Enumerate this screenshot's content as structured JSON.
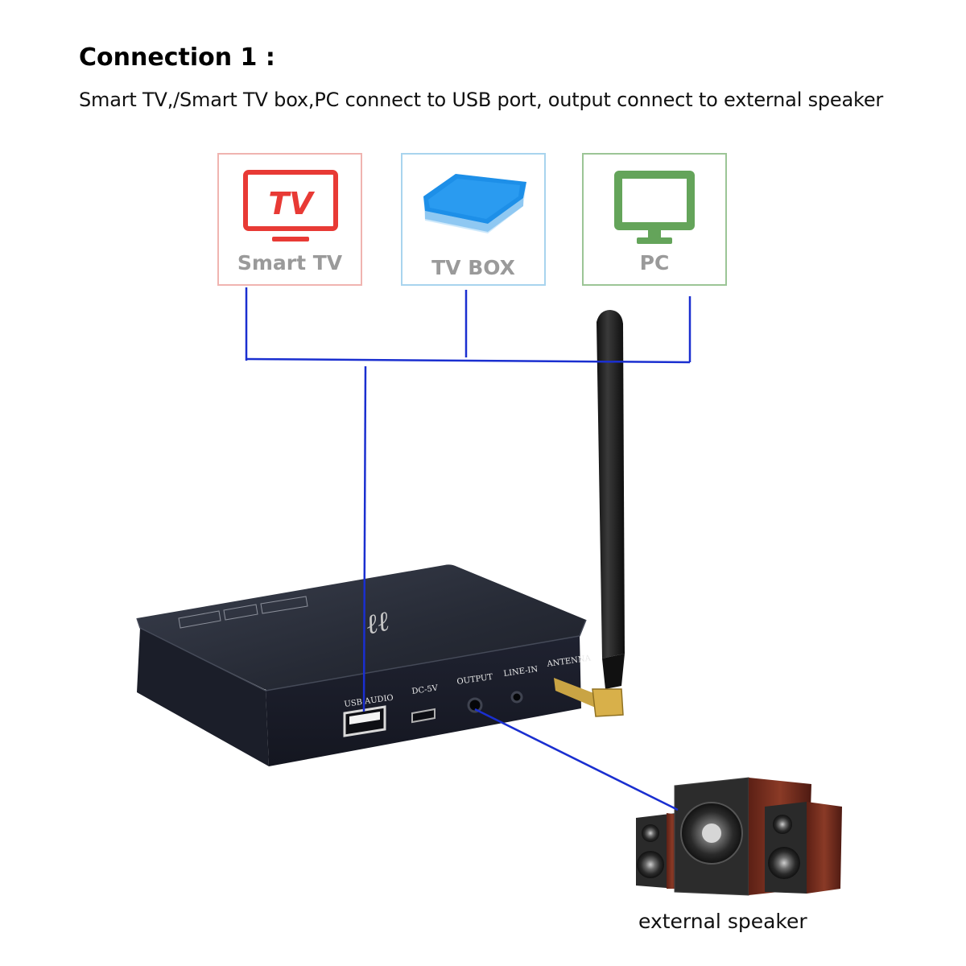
{
  "heading": {
    "title": "Connection 1 :",
    "description": "Smart TV,/Smart TV box,PC connect to USB port, output connect to external speaker"
  },
  "sources": [
    {
      "id": "smart-tv",
      "label": "Smart TV",
      "icon": "tv-icon",
      "icon_text": "TV",
      "color": "#e83a35"
    },
    {
      "id": "tv-box",
      "label": "TV BOX",
      "icon": "tv-box-icon",
      "color": "#1d8fe8"
    },
    {
      "id": "pc",
      "label": "PC",
      "icon": "monitor-icon",
      "color": "#64a45a"
    }
  ],
  "device": {
    "ports": [
      {
        "id": "usb-audio",
        "label": "USB AUDIO"
      },
      {
        "id": "dc-5v",
        "label": "DC-5V"
      },
      {
        "id": "output",
        "label": "OUTPUT"
      },
      {
        "id": "line-in",
        "label": "LINE-IN"
      },
      {
        "id": "antenna",
        "label": "ANTENNA"
      }
    ]
  },
  "output_device": {
    "label": "external speaker"
  },
  "colors": {
    "connector_line": "#1a2fd0"
  }
}
